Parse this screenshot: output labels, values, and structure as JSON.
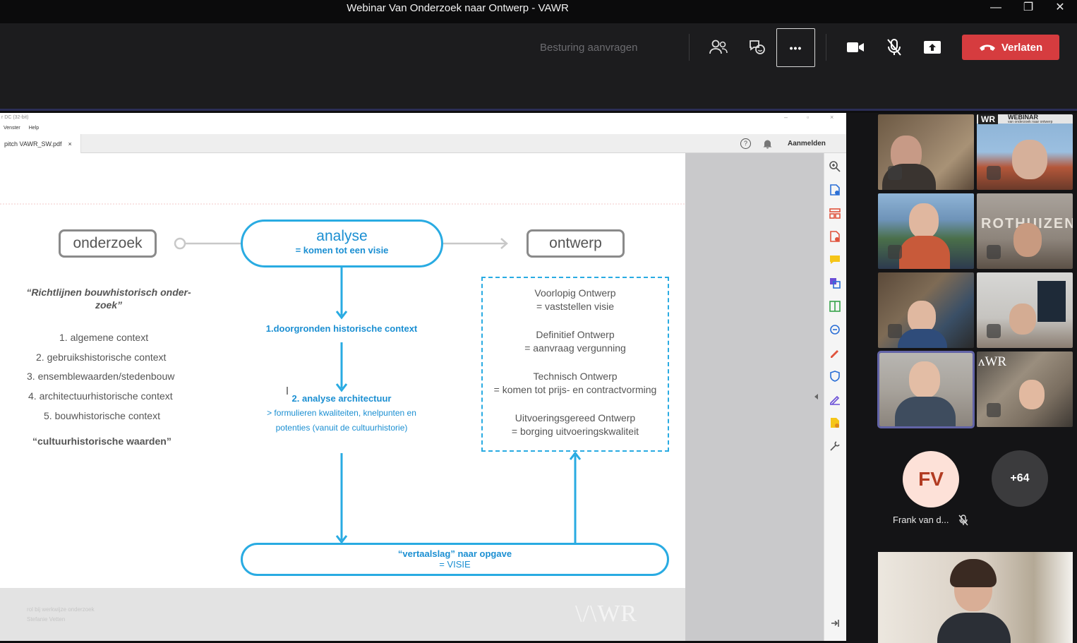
{
  "window": {
    "title": "Webinar Van Onderzoek naar Ontwerp - VAWR",
    "minimize_glyph": "—",
    "restore_glyph": "❐",
    "close_glyph": "✕"
  },
  "toolbar": {
    "control_request_label": "Besturing aanvragen",
    "more_glyph": "•••",
    "leave_label": "Verlaten",
    "icons": [
      "people-icon",
      "chat-icon",
      "more-icon",
      "camera-icon",
      "mic-off-icon",
      "share-icon",
      "hangup-icon"
    ]
  },
  "acrobat": {
    "app_name": "r DC (32-bit)",
    "menu": [
      "Venster",
      "Help"
    ],
    "tab_label": "pitch VAWR_SW.pdf",
    "tab_close": "×",
    "help_glyph": "?",
    "sign_in": "Aanmelden"
  },
  "slide": {
    "box_research": "onderzoek",
    "box_analysis_title": "analyse",
    "box_analysis_sub": "= komen tot een visie",
    "box_design": "ontwerp",
    "guideline_title": "“Richtlijnen bouwhistorisch onder-zoek”",
    "guidelines": [
      "1.  algemene context",
      "2.  gebruikshistorische context",
      "3.  ensemblewaarden/stedenbouw",
      "4.  architectuurhistorische context",
      "5.  bouwhistorische context"
    ],
    "cultural_values": "“cultuurhistorische waarden”",
    "step1": "1.doorgronden historische context",
    "step2_title": "2. analyse architectuur",
    "step2_line1": "> formulieren kwaliteiten, knelpunten en",
    "step2_line2": "potenties (vanuit de cultuurhistorie)",
    "phases": [
      {
        "name": "Voorlopig Ontwerp",
        "desc": "= vaststellen visie"
      },
      {
        "name": "Definitief Ontwerp",
        "desc": "= aanvraag vergunning"
      },
      {
        "name": "Technisch Ontwerp",
        "desc": "= komen tot prijs- en contractvorming"
      },
      {
        "name": "Uitvoeringsgereed Ontwerp",
        "desc": "= borging uitvoeringskwaliteit"
      }
    ],
    "translation_title": "“vertaalslag” naar opgave",
    "translation_sub": "= VISIE",
    "footer_line1": "rol bij werkwijze onderzoek",
    "footer_line2": "Stefanie Vetten",
    "footer_logo": "\\/\\WR",
    "colors": {
      "accent_blue": "#29abe2",
      "text_blue": "#1b8fd2",
      "gray_box": "#8a8a8a"
    }
  },
  "participants": {
    "tile_labels": {
      "webinar_banner": "WEBINAR",
      "webinar_sub": "van onderzoek naar ontwerp",
      "wr_top": "WR",
      "rothuizen": "ROTHUIZEN",
      "wr_tile": "ᴧWR"
    },
    "fv_initials": "FV",
    "fv_name": "Frank van d...",
    "more_count": "+64"
  }
}
